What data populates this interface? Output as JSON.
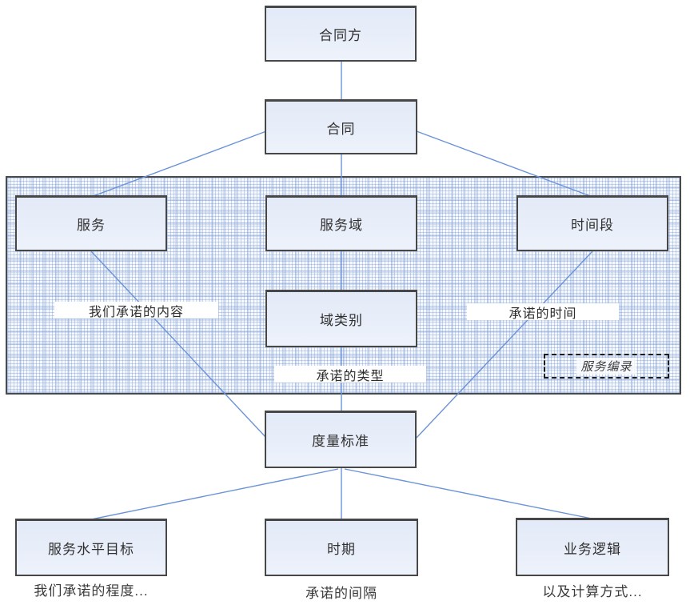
{
  "diagram": {
    "nodes": {
      "contract_party": "合同方",
      "contract": "合同",
      "service": "服务",
      "service_domain": "服务域",
      "time_period": "时间段",
      "domain_category": "域类别",
      "metric": "度量标准",
      "service_level_objective": "服务水平目标",
      "period": "时期",
      "business_logic": "业务逻辑"
    },
    "edge_labels": {
      "promised_content": "我们承诺的内容",
      "promised_time": "承诺的时间",
      "promised_type": "承诺的类型"
    },
    "region": {
      "label": "服务编录"
    },
    "captions": {
      "slo": "我们承诺的程度...",
      "period": "承诺的间隔",
      "business_logic": "以及计算方式..."
    },
    "colors": {
      "box_fill": "#e9effa",
      "box_border": "#474747",
      "connector": "#6b93d8",
      "hatch": "#a9bfe3",
      "region_border": "#4a4a4a"
    }
  }
}
